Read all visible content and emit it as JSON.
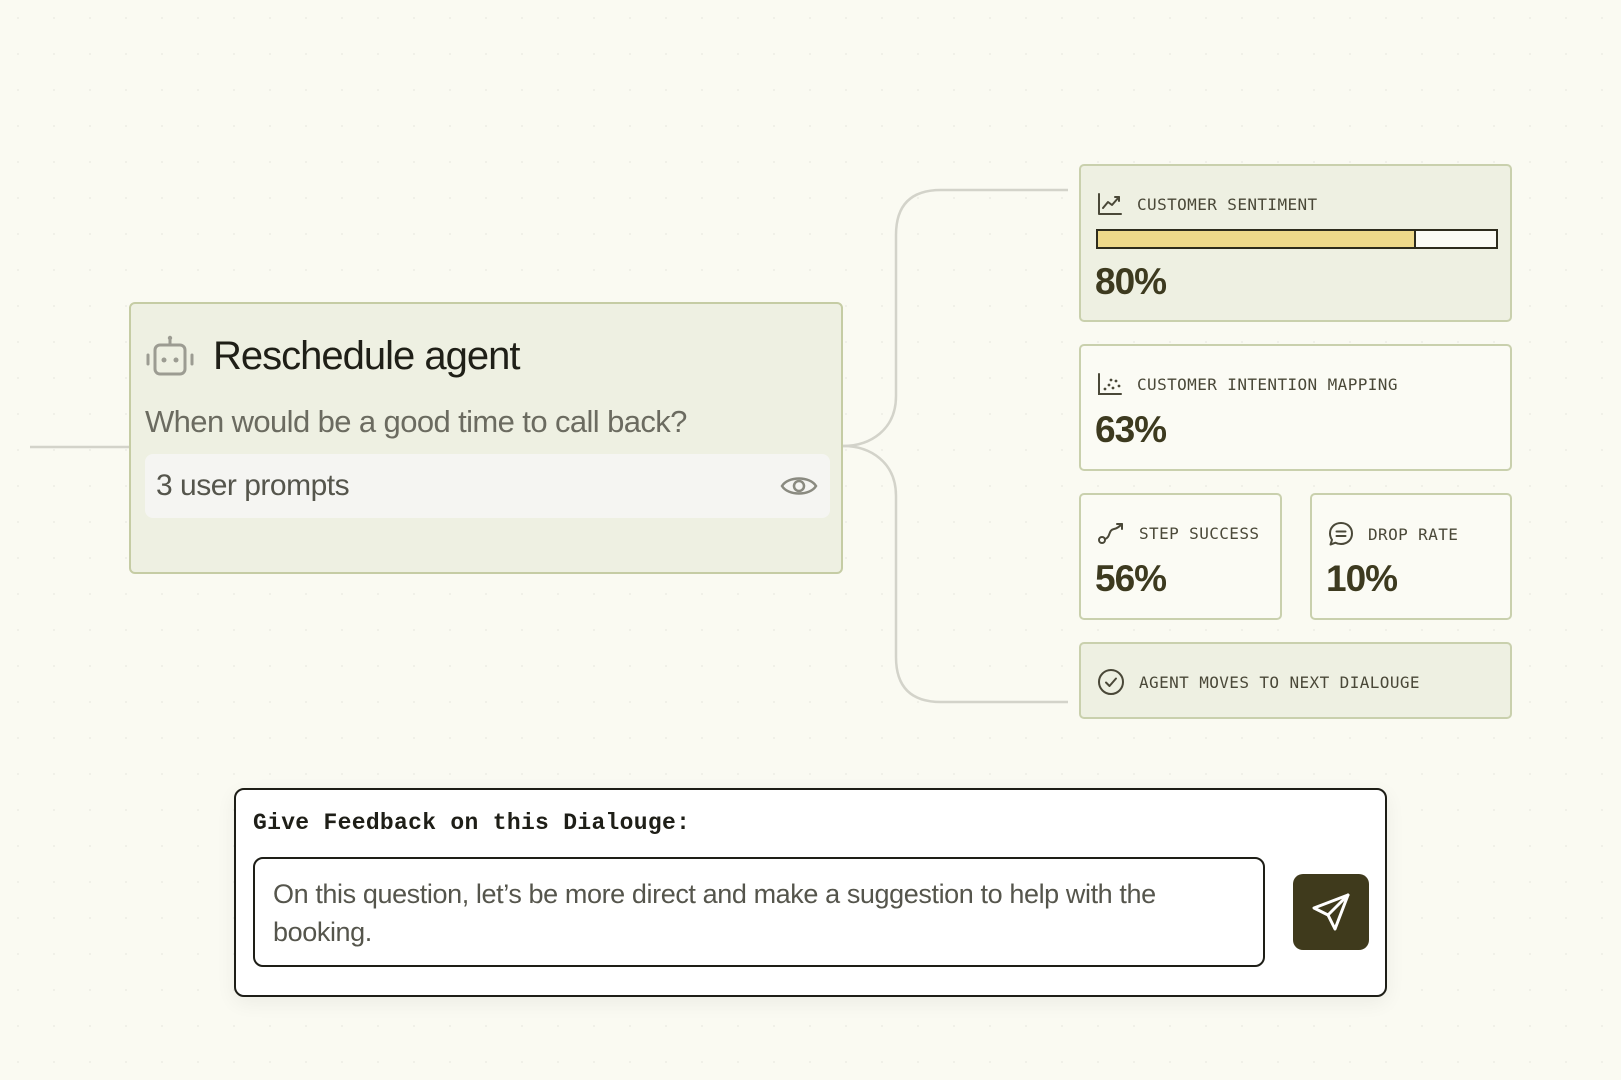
{
  "agent": {
    "title": "Reschedule agent",
    "question": "When would be a good time to call back?",
    "prompts_label": "3 user prompts",
    "icon": "robot-icon"
  },
  "metrics": {
    "customer_sentiment": {
      "label": "CUSTOMER SENTIMENT",
      "value": "80%",
      "fraction": 0.8,
      "icon": "line-chart-icon"
    },
    "intention_mapping": {
      "label": "CUSTOMER INTENTION MAPPING",
      "value": "63%",
      "icon": "scatter-chart-icon"
    },
    "step_success": {
      "label": "STEP SUCCESS",
      "value": "56%",
      "icon": "route-icon"
    },
    "drop_rate": {
      "label": "DROP RATE",
      "value": "10%",
      "icon": "message-icon"
    },
    "next_step": {
      "label": "AGENT MOVES TO NEXT DIALOUGE",
      "icon": "check-circle-icon"
    }
  },
  "feedback": {
    "title": "Give Feedback on this Dialouge:",
    "input_value": "On this question, let’s be more direct and make a suggestion to help with the booking.",
    "send_icon": "send-icon"
  },
  "colors": {
    "background": "#fafaf2",
    "card_fill": "#eef0e2",
    "card_border": "#c5cca4",
    "accent_fill": "#eed98a",
    "dark_accent": "#3f3a1c",
    "text_dark": "#3d3a1f"
  }
}
